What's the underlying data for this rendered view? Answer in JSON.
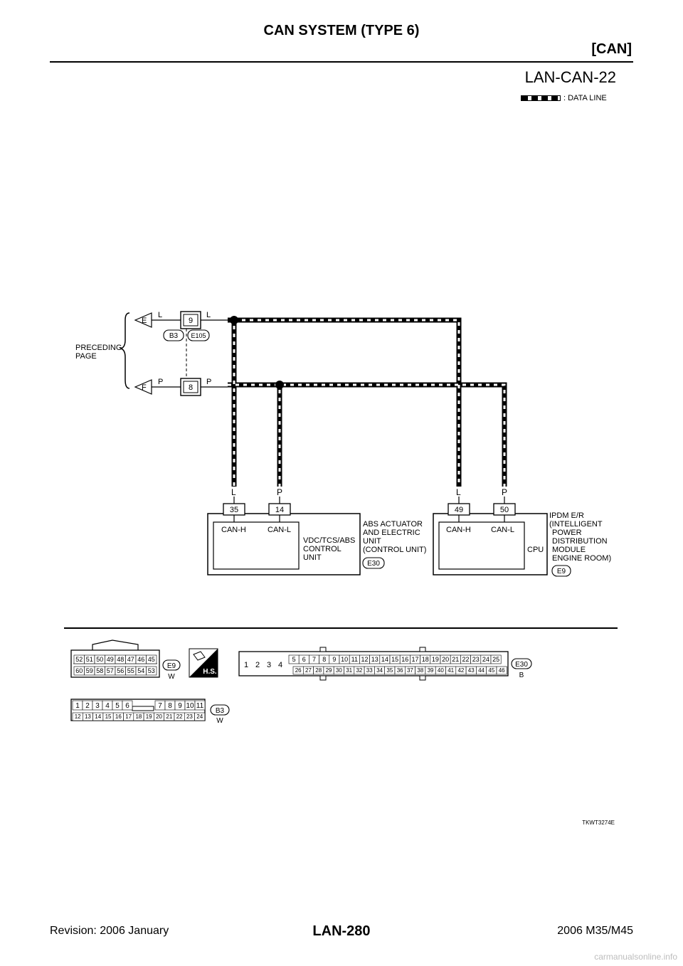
{
  "header": {
    "title": "CAN SYSTEM (TYPE 6)",
    "section": "[CAN]"
  },
  "diagram_id": "LAN-CAN-22",
  "legend": {
    "label": ": DATA LINE"
  },
  "preceding": {
    "line1": "PRECEDING",
    "line2": "PAGE",
    "e": "E",
    "f": "F"
  },
  "wires": {
    "l": "L",
    "p": "P"
  },
  "junction": {
    "pin9": "9",
    "pin8": "8",
    "b3": "B3",
    "e105": "E105"
  },
  "abs": {
    "pin_h": "35",
    "pin_l": "14",
    "can_h": "CAN-H",
    "can_l": "CAN-L",
    "inner_label": [
      "VDC/TCS/ABS",
      "CONTROL",
      "UNIT"
    ],
    "name": [
      "ABS ACTUATOR",
      "AND ELECTRIC",
      "UNIT",
      "(CONTROL UNIT)"
    ],
    "connector": "E30"
  },
  "ipdm": {
    "pin_h": "49",
    "pin_l": "50",
    "can_h": "CAN-H",
    "can_l": "CAN-L",
    "cpu": "CPU",
    "name": [
      "IPDM E/R",
      "(INTELLIGENT",
      "POWER",
      "DISTRIBUTION",
      "MODULE",
      "ENGINE ROOM)"
    ],
    "connector": "E9"
  },
  "connectors": {
    "e9": {
      "id": "E9",
      "color": "W",
      "row1": [
        "52",
        "51",
        "50",
        "49",
        "48",
        "47",
        "46",
        "45"
      ],
      "row2": [
        "60",
        "59",
        "58",
        "57",
        "56",
        "55",
        "54",
        "53"
      ]
    },
    "hs": "H.S.",
    "e30": {
      "id": "E30",
      "color": "B",
      "row1": [
        "1",
        "2",
        "3",
        "4",
        "5",
        "6",
        "7",
        "8",
        "9",
        "10",
        "11",
        "12",
        "13",
        "14",
        "15",
        "16",
        "17",
        "18",
        "19",
        "20",
        "21",
        "22",
        "23",
        "24",
        "25"
      ],
      "row2": [
        "26",
        "27",
        "28",
        "29",
        "30",
        "31",
        "32",
        "33",
        "34",
        "35",
        "36",
        "37",
        "38",
        "39",
        "40",
        "41",
        "42",
        "43",
        "44",
        "45",
        "46"
      ]
    },
    "b3": {
      "id": "B3",
      "color": "W",
      "row1": [
        "1",
        "2",
        "3",
        "4",
        "5",
        "6",
        "7",
        "8",
        "9",
        "10",
        "11"
      ],
      "row2": [
        "12",
        "13",
        "14",
        "15",
        "16",
        "17",
        "18",
        "19",
        "20",
        "21",
        "22",
        "23",
        "24"
      ]
    }
  },
  "image_code": "TKWT3274E",
  "footer": {
    "revision": "Revision: 2006 January",
    "page": "LAN-280",
    "model": "2006 M35/M45"
  },
  "watermark": "carmanualsonline.info"
}
